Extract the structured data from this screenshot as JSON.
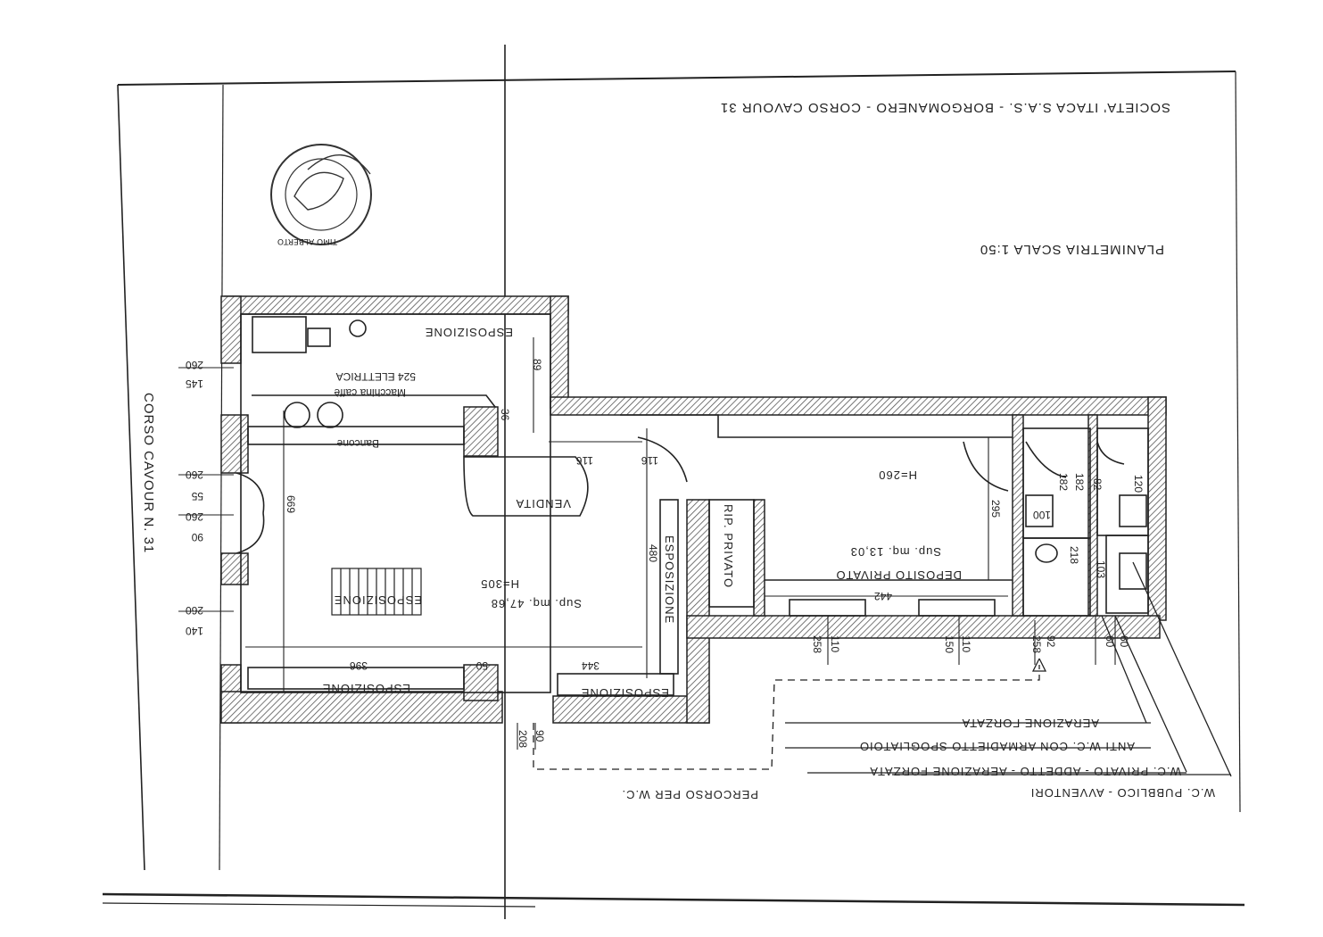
{
  "title": "SOCIETA' ITACA S.A.S. - BORGOMANERO - CORSO CAVOUR 31",
  "scale": "PLANIMETRIA SCALA 1:50",
  "street": "CORSO CAVOUR N. 31",
  "stamp_text": "TIMO ALBERTO",
  "rooms": {
    "main_area": "Sup. mq. 47,68",
    "main_height": "H=305",
    "deposit_name": "DEPOSITO PRIVATO",
    "deposit_area": "Sup. mq. 13,03",
    "deposit_height": "H=260",
    "rip_privato": "RIP. PRIVATO"
  },
  "labels": {
    "esposizione": "ESPOSIZIONE",
    "vendita": "VENDITA",
    "bancone": "Bancone",
    "macchina": "Macchina caffè",
    "elettrica": "524 ELETTRICA"
  },
  "legend": {
    "pubblico": "W.C. PUBBLICO - AVVENTORI",
    "privato": "W.C. PRIVATO - ADDETTO - AERAZIONE FORZATA",
    "anti": "ANTI W.C. CON ARMADIETTO SPOGLIATOIO",
    "aerazione": "AERAZIONE FORZATA",
    "percorso": "PERCORSO PER W.C."
  },
  "dims": {
    "d260": "260",
    "d145": "145",
    "d55": "55",
    "d90": "90",
    "d140": "140",
    "d669": "669",
    "d89": "89",
    "d36": "36",
    "d116": "116",
    "d396": "396",
    "d50": "50",
    "d344": "344",
    "d480": "480",
    "d90b": "90",
    "d208": "208",
    "d442": "442",
    "d295": "295",
    "d110": "110",
    "d258": "258",
    "d150": "150",
    "d92": "92",
    "d60": "60",
    "d182": "182",
    "d218": "218",
    "d103": "103",
    "d120": "120",
    "d82": "82",
    "d100": "100"
  }
}
